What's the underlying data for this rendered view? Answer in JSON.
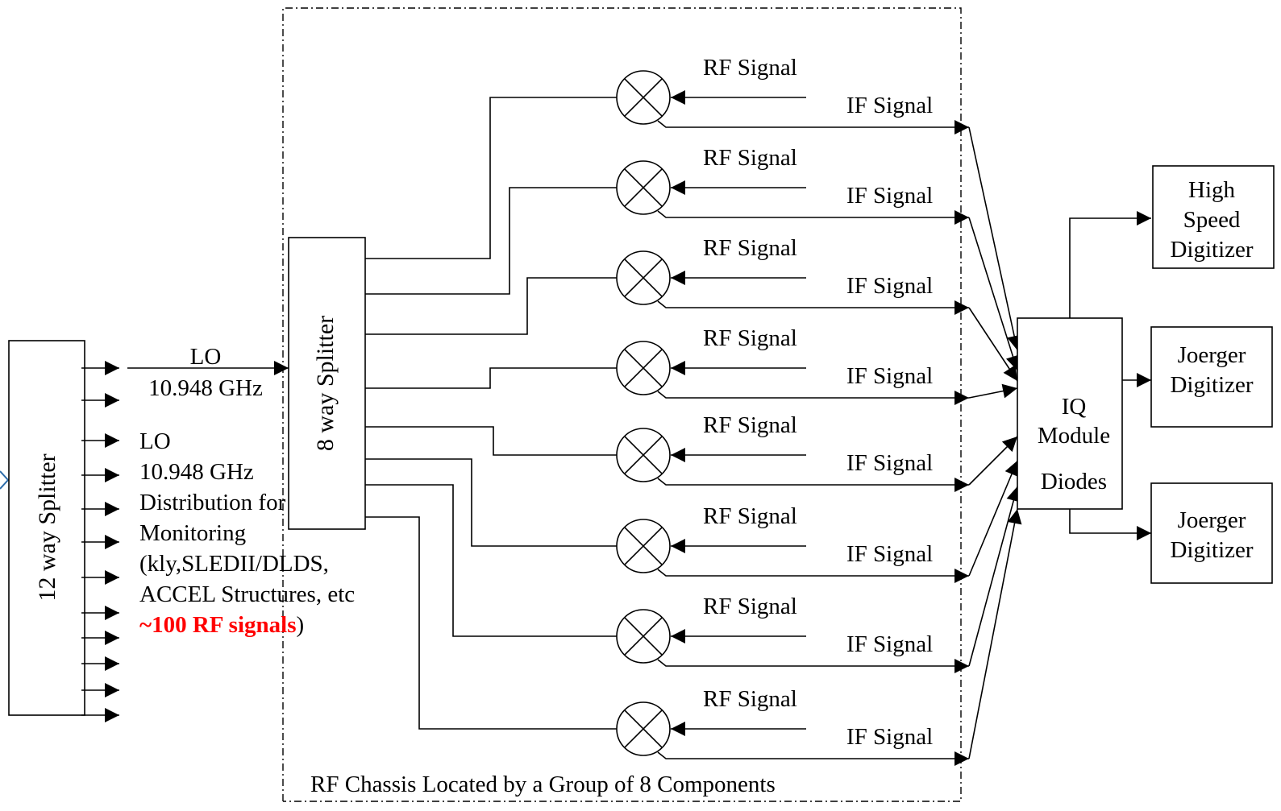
{
  "splitter12": {
    "label": "12 way Splitter"
  },
  "splitter8": {
    "label": "8 way Splitter"
  },
  "lo_link": {
    "name": "LO",
    "freq": "10.948 GHz"
  },
  "lo_note": {
    "lines": [
      "LO",
      "10.948 GHz",
      "Distribution for",
      "Monitoring",
      "(kly,SLEDII/DLDS,",
      "ACCEL Structures, etc"
    ],
    "highlight": "~100 RF signals",
    "close": ")",
    "highlight_color": "#ff0000"
  },
  "mixer": {
    "rf_label": "RF Signal",
    "if_label": "IF Signal",
    "count": 8,
    "icon": "mixer-circle-x-icon"
  },
  "iq_module": {
    "line1": "IQ",
    "line2": "Module",
    "line3": "Diodes"
  },
  "digitizers": [
    {
      "lines": [
        "High",
        "Speed",
        "Digitizer"
      ]
    },
    {
      "lines": [
        "Joerger",
        "Digitizer"
      ]
    },
    {
      "lines": [
        "Joerger",
        "Digitizer"
      ]
    }
  ],
  "chassis_caption": "RF Chassis Located by a Group of 8 Components"
}
